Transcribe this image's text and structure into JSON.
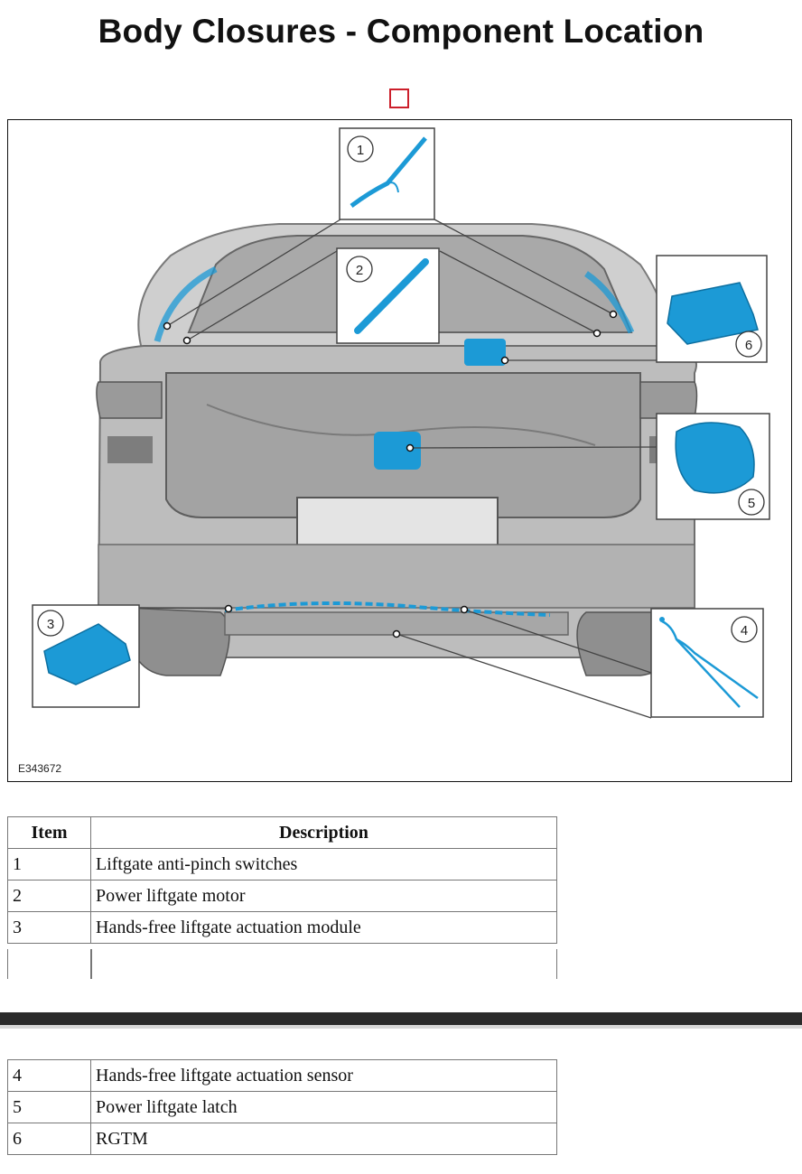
{
  "page": {
    "title": "Body Closures - Component Location"
  },
  "figure": {
    "code": "E343672",
    "callouts": [
      "1",
      "2",
      "3",
      "4",
      "5",
      "6"
    ],
    "component_color": "#1c9ad6",
    "placeholder_color": "#cc1f2b"
  },
  "table": {
    "headers": {
      "item": "Item",
      "description": "Description"
    },
    "rows": [
      {
        "item": "1",
        "description": "Liftgate anti-pinch switches"
      },
      {
        "item": "2",
        "description": "Power liftgate motor"
      },
      {
        "item": "3",
        "description": "Hands-free liftgate actuation module"
      },
      {
        "item": "4",
        "description": "Hands-free liftgate actuation sensor"
      },
      {
        "item": "5",
        "description": "Power liftgate latch"
      },
      {
        "item": "6",
        "description": "RGTM"
      }
    ]
  }
}
